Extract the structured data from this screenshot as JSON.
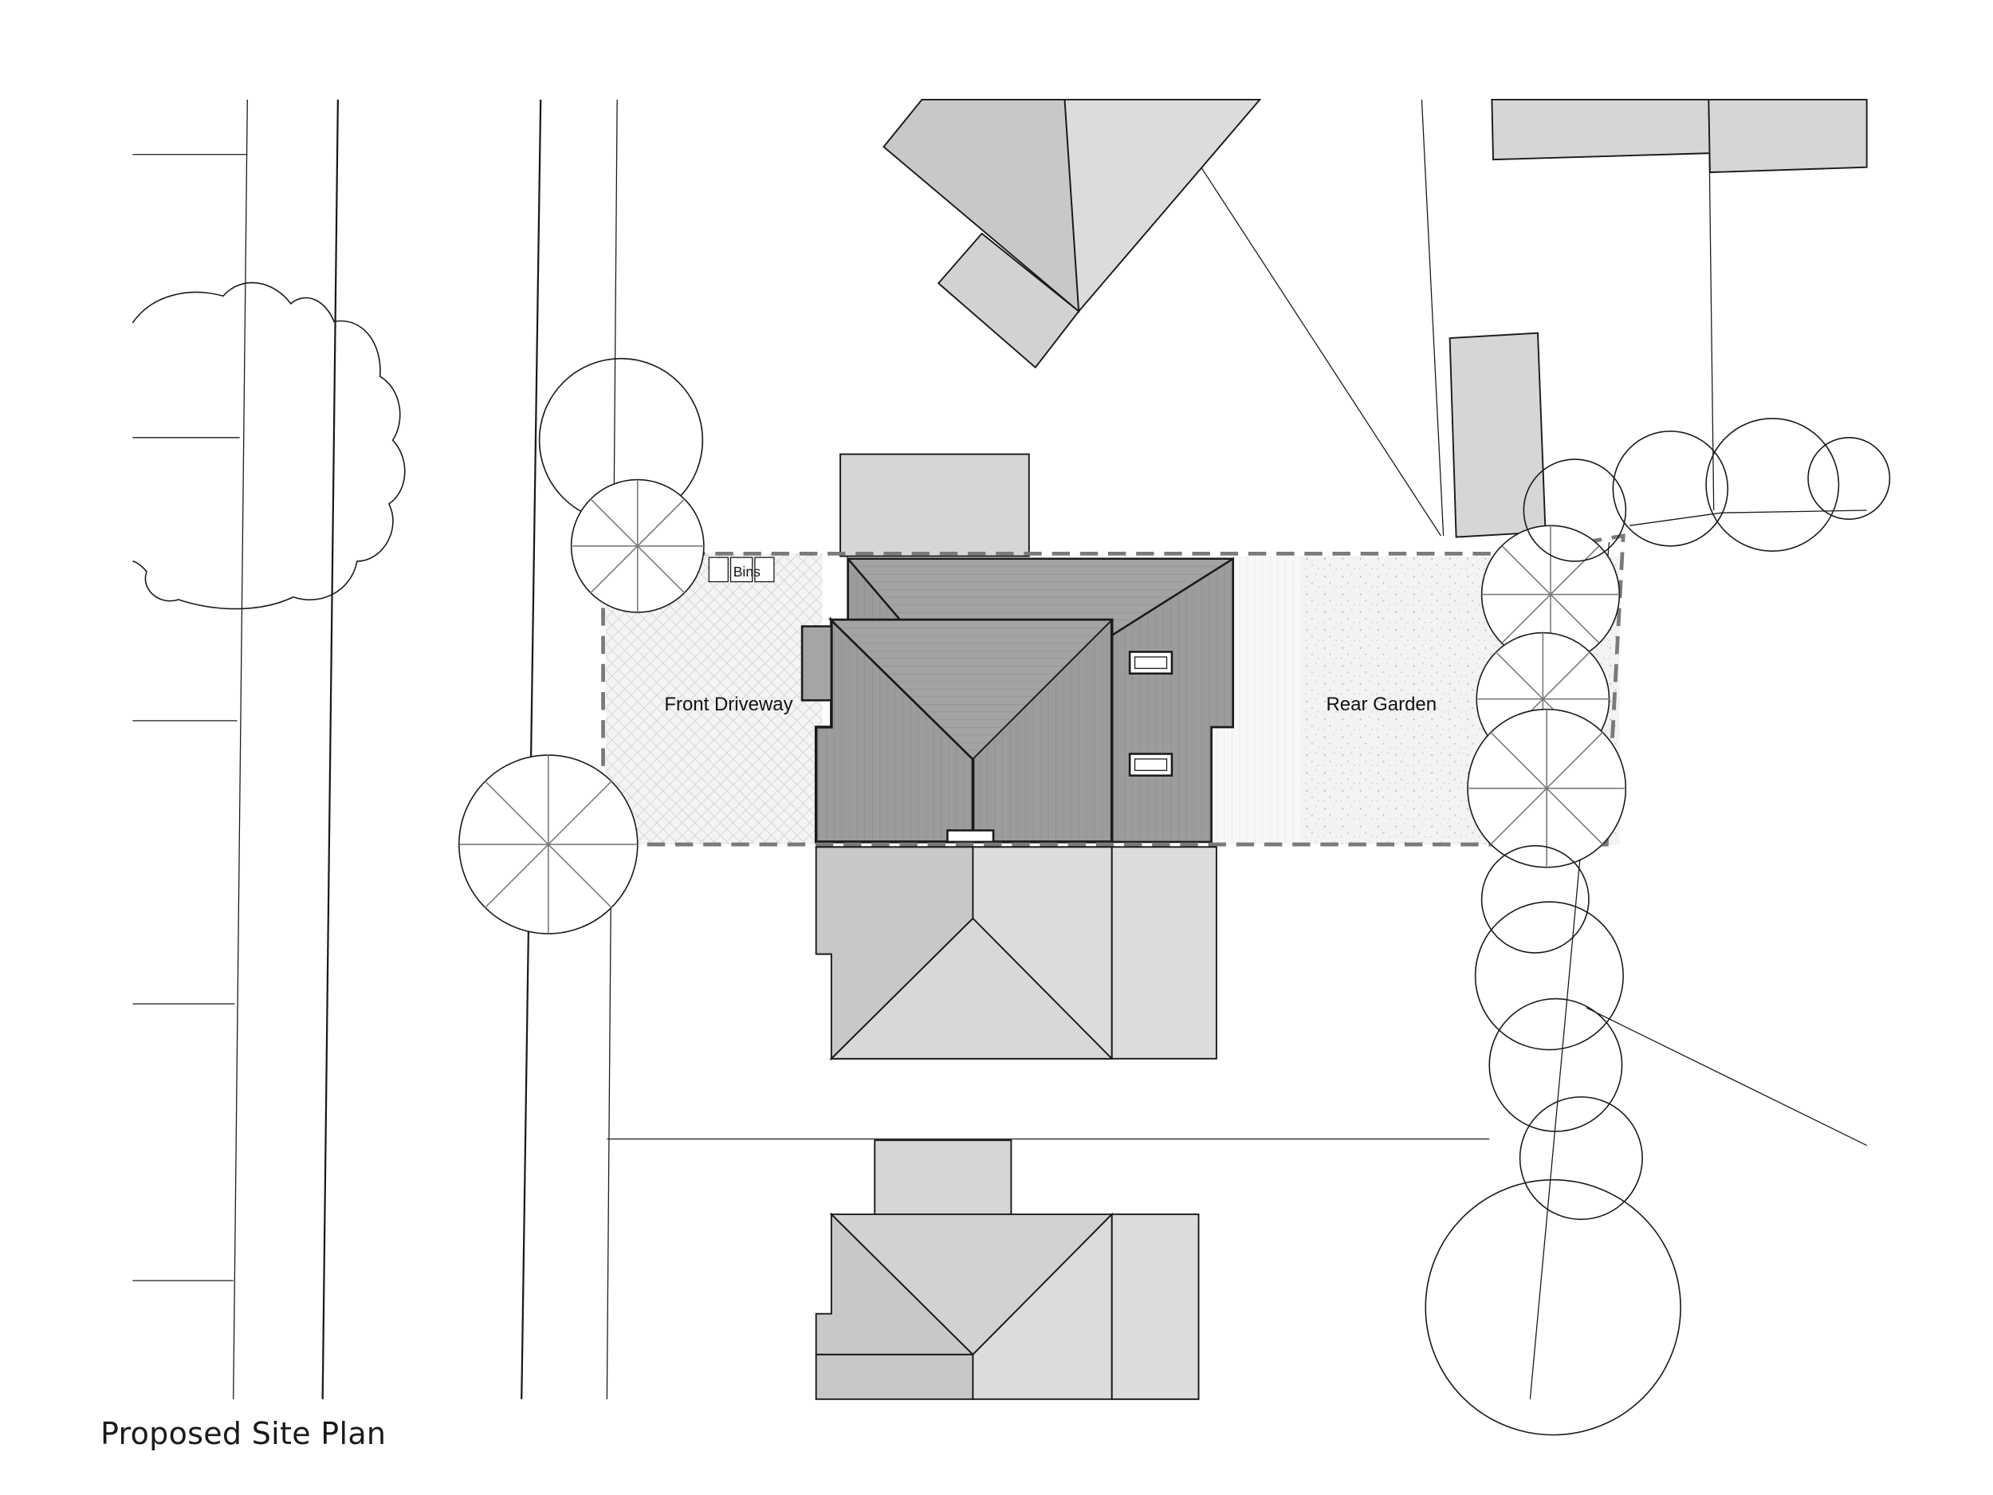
{
  "drawing": {
    "title": "Proposed Site Plan",
    "labels": {
      "front_driveway": "Front Driveway",
      "rear_garden": "Rear Garden",
      "bins": "Bins"
    }
  },
  "colors": {
    "line": "#1a1a1a",
    "roof_dark": "#9a9a9a",
    "roof_mid": "#b8b8b8",
    "roof_light": "#d6d6d6",
    "neighbour_roof": "#c8c8c8",
    "neighbour_roof_light": "#dcdcdc",
    "site_boundary": "#7a7a7a",
    "tree_line": "#7a7a7a",
    "paving": "#ebebeb"
  }
}
